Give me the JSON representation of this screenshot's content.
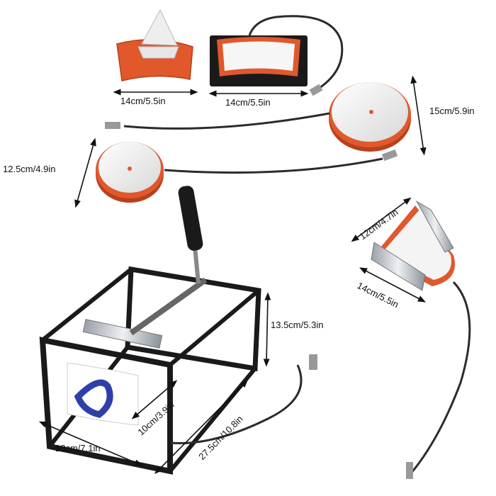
{
  "colors": {
    "background": "#ffffff",
    "silicone": "#e0582c",
    "silicone_dark": "#b8401c",
    "plate": "#f2f2f2",
    "frame": "#1a1a1a",
    "cable": "#2b2b2b",
    "chrome": "#c9ccd1",
    "logo_blue": "#2f3fa8"
  },
  "dimensions": {
    "cone_pad_width": "14cm/5.5in",
    "curved_element_width": "14cm/5.5in",
    "large_plate_diameter": "15cm/5.9in",
    "small_plate_diameter": "12.5cm/4.9in",
    "cone_element_height": "12cm/4.7in",
    "cone_element_width": "14cm/5.5in",
    "frame_height": "13.5cm/5.3in",
    "mug_diameter": "10cm/3.9in",
    "frame_depth": "27.5cm/10.8in",
    "frame_width": "18cm/7.1in"
  },
  "icons": [
    "cone-pad-icon",
    "curved-heating-element-icon",
    "round-plate-icon",
    "cone-heating-element-icon",
    "mug-press-frame-icon",
    "connector-plug-icon"
  ]
}
